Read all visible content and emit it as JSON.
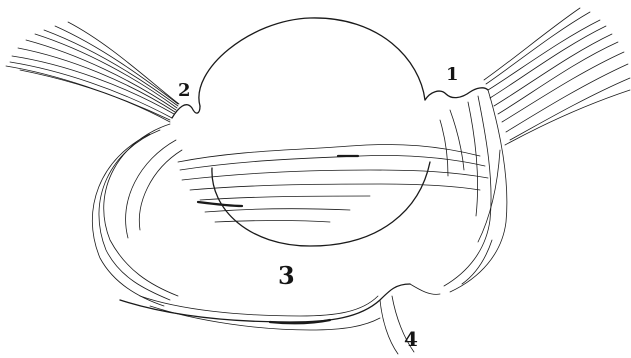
{
  "labels": {
    "one": "1",
    "two": "2",
    "three": "3",
    "four": "4"
  },
  "colors": {
    "ink": "#1a1a1a",
    "background": "#ffffff"
  }
}
